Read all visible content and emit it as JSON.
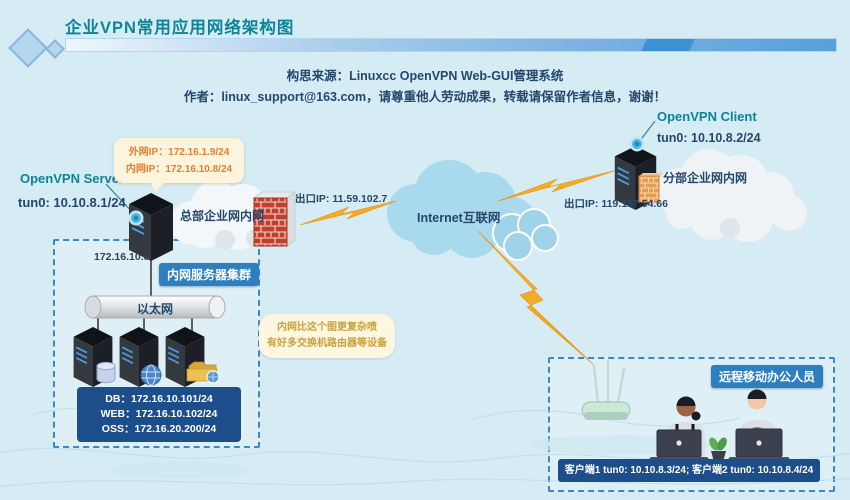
{
  "header": {
    "title": "企业VPN常用应用网络架构图",
    "credit1": "构思来源：Linuxcc OpenVPN Web-GUI管理系统",
    "credit2": "作者：linux_support@163.com，请尊重他人劳动成果，转载请保留作者信息，谢谢！"
  },
  "hq": {
    "server_label": "OpenVPN Server",
    "tun0": "tun0: 10.10.8.1/24",
    "callout": {
      "wan": "外网IP：172.16.1.9/24",
      "lan": "内网IP：172.16.10.8/24"
    },
    "cloud": "总部企业网内网",
    "exit_ip": "出口IP: 11.59.102.7",
    "lan_ip": "172.16.10.8"
  },
  "internet": {
    "label": "Internet互联网"
  },
  "branch": {
    "client_label": "OpenVPN Client",
    "tun0": "tun0: 10.10.8.2/24",
    "cloud": "分部企业网内网",
    "exit_ip": "出口IP: 119.157.54.66"
  },
  "cluster": {
    "badge": "内网服务器集群",
    "ethernet": "以太网",
    "ips": [
      "DB：172.16.10.101/24",
      "WEB：172.16.10.102/24",
      "OSS：172.16.20.200/24"
    ]
  },
  "note": {
    "line1": "内网比这个图更复杂喷",
    "line2": "有好多交换机路由器等设备"
  },
  "remote": {
    "badge": "远程移动办公人员",
    "clients": "客户端1 tun0: 10.10.8.3/24; 客户端2 tun0: 10.10.8.4/24"
  },
  "colors": {
    "background": "#d5ecf4",
    "accent_teal": "#0f8496",
    "text_navy": "#24476b",
    "callout_orange": "#e0812f",
    "note_gold": "#c9a23f",
    "badge_blue": "#2e7fc0",
    "panel_navy": "#1d4e8c",
    "lightning_yellow": "#f2a73b",
    "firewall_red": "#c23f2c",
    "header_bar_blue": "#57a1da"
  }
}
